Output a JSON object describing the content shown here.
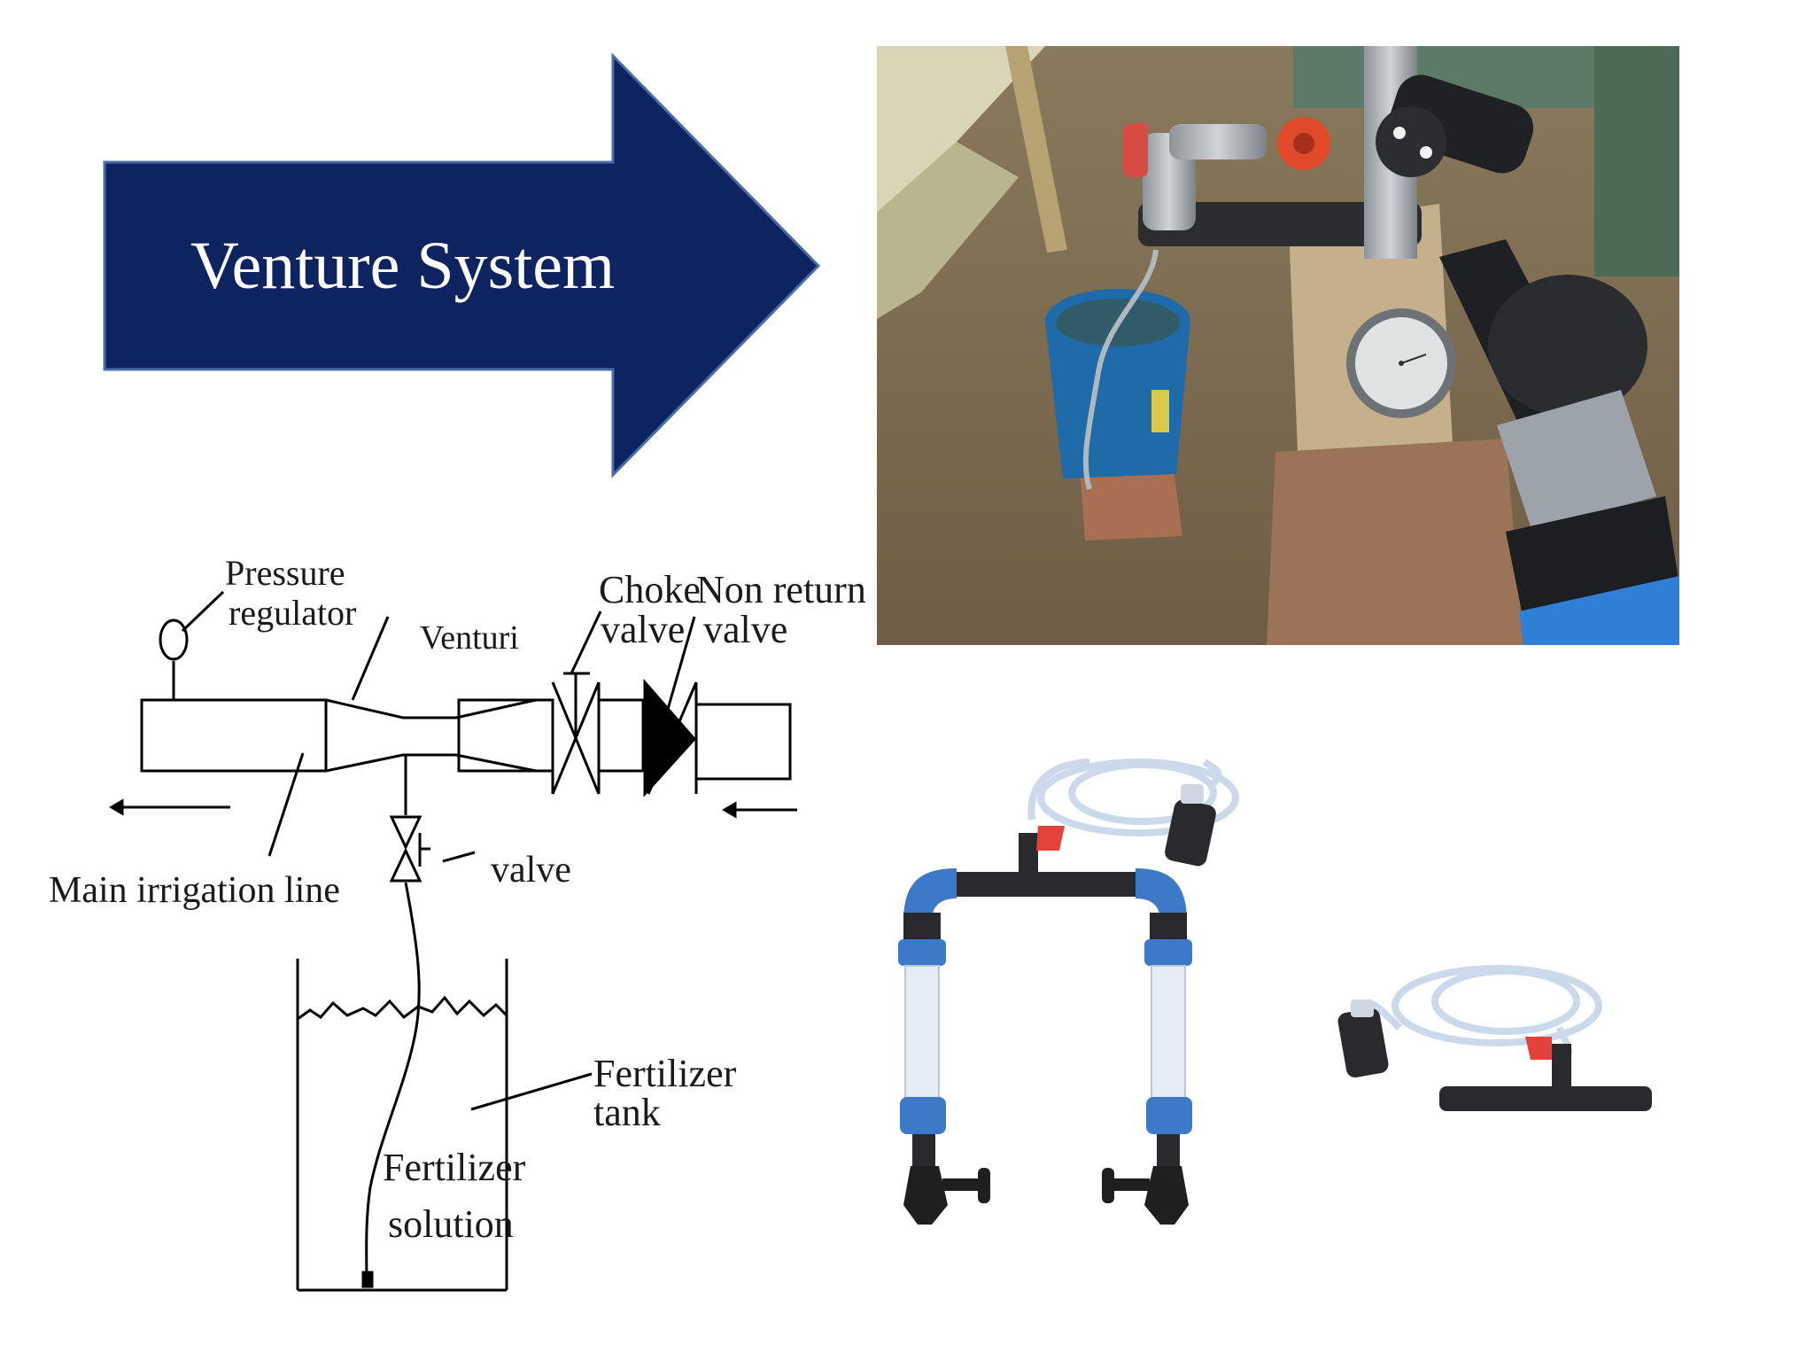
{
  "slide": {
    "title": "Venture System",
    "colors": {
      "arrow_fill": "#0d2461",
      "arrow_stroke": "#4a6aa8",
      "pipe_blue": "#3e78c9",
      "bucket_blue": "#1f6aa8"
    }
  },
  "diagram": {
    "labels": {
      "pressure_regulator_1": "Pressure",
      "pressure_regulator_2": "regulator",
      "venturi": "Venturi",
      "choke_valve_1": "Choke",
      "choke_valve_2": "valve",
      "non_return_valve_1": "Non return",
      "non_return_valve_2": "valve",
      "main_irrigation_line": "Main irrigation line",
      "valve": "valve",
      "fertilizer_tank_1": "Fertilizer",
      "fertilizer_tank_2": "tank",
      "fertilizer_solution_1": "Fertilizer",
      "fertilizer_solution_2": "solution"
    }
  },
  "photos": {
    "field_installation": "field-photo",
    "venturi_kit_large": "venturi-kit-with-valves",
    "venturi_kit_small": "venturi-injector"
  }
}
